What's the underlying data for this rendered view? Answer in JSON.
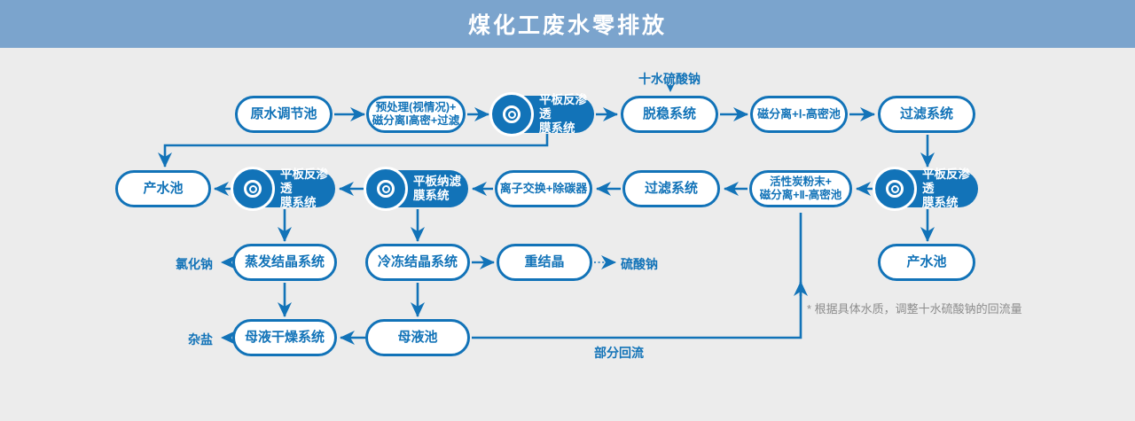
{
  "header": {
    "title": "煤化工废水零排放"
  },
  "nodes": {
    "raw_water_pool": {
      "label": "原水调节池"
    },
    "pretreatment": {
      "line1": "预处理(视情况)+",
      "line2": "磁分离Ⅰ高密+过滤"
    },
    "ro1": {
      "line1": "平板反渗透",
      "line2": "膜系统"
    },
    "destabilization": {
      "label": "脱稳系统"
    },
    "magsep1": {
      "label": "磁分离+Ⅰ-高密池"
    },
    "filter1": {
      "label": "过滤系统"
    },
    "product_pool_left": {
      "label": "产水池"
    },
    "ro2": {
      "line1": "平板反渗透",
      "line2": "膜系统"
    },
    "nanofiltration": {
      "line1": "平板纳滤",
      "line2": "膜系统"
    },
    "ion_exchange": {
      "label": "离子交换+除碳器"
    },
    "filter2": {
      "label": "过滤系统"
    },
    "activated_carbon": {
      "line1": "活性炭粉末+",
      "line2": "磁分离+Ⅱ-高密池"
    },
    "ro3": {
      "line1": "平板反渗透",
      "line2": "膜系统"
    },
    "evaporation": {
      "label": "蒸发结晶系统"
    },
    "freezing": {
      "label": "冷冻结晶系统"
    },
    "recrystallization": {
      "label": "重结晶"
    },
    "product_pool_right": {
      "label": "产水池"
    },
    "mother_liquor_dryer": {
      "label": "母液干燥系统"
    },
    "mother_liquor_pool": {
      "label": "母液池"
    }
  },
  "labels": {
    "sodium_sulfate_decahydrate": "十水硫酸钠",
    "sodium_chloride": "氯化钠",
    "sodium_sulfate": "硫酸钠",
    "mixed_salt": "杂盐",
    "partial_reflux": "部分回流",
    "note": "* 根据具体水质，调整十水硫酸钠的回流量"
  },
  "colors": {
    "primary_blue": "#1273B8",
    "header_bg": "#7BA4CD",
    "page_bg": "#ECECEC",
    "note_gray": "#8C8C8C"
  }
}
